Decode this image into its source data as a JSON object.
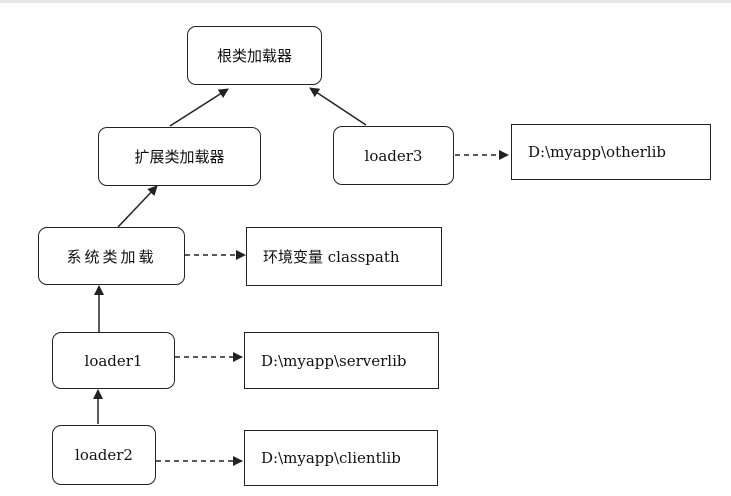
{
  "nodes": {
    "root": "根类加载器",
    "ext": "扩展类加载器",
    "system": "系统类加载",
    "loader3": "loader3",
    "loader1": "loader1",
    "loader2": "loader2",
    "classpath": "环境变量 classpath",
    "otherlib": "D:\\myapp\\otherlib",
    "serverlib": "D:\\myapp\\serverlib",
    "clientlib": "D:\\myapp\\clientlib"
  },
  "colors": {
    "stroke": "#222222",
    "background": "#ffffff"
  }
}
